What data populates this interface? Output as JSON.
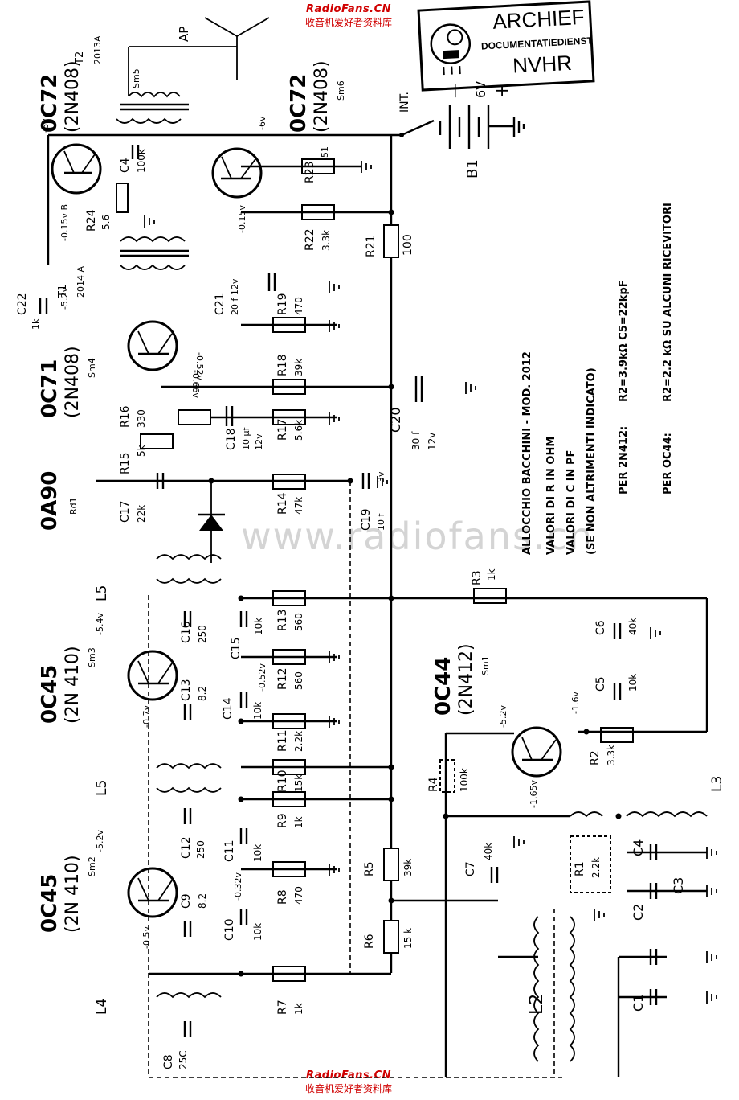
{
  "watermark": {
    "brand": "RadioFans.CN",
    "cn": "收音机爱好者资料库",
    "mid": "www.radiofans.cn"
  },
  "stamp": {
    "line1": "ARCHIEF",
    "line2": "DOCUMENTATIEDIENST",
    "line3": "NVHR"
  },
  "notes": {
    "title": "ALLOCCHIO BACCHINI - MOD. 2012",
    "r_units": "VALORI DI R IN OHM",
    "c_units": "VALORI DI C IN PF",
    "c_units2": "(SE NON ALTRIMENTI INDICATO)",
    "per_2n412": "PER 2N412:",
    "per_2n412_vals": "R2=3.9kΩ   C5=22kpF",
    "per_oc44": "PER   OC44:",
    "per_oc44_vals": "R2=2.2 kΩ   SU ALCUNI RICEVITORI"
  },
  "battery": {
    "switch": "INT.",
    "minus": "—",
    "volt": "6V",
    "plus": "+",
    "name": "B1"
  },
  "antenna": {
    "label": "AP"
  },
  "transistors": [
    {
      "id": "q-oc72-a",
      "type": "0C72",
      "alt": "(2N408)",
      "sym": "Sm5"
    },
    {
      "id": "q-oc72-b",
      "type": "0C72",
      "alt": "(2N408)",
      "sym": "Sm6"
    },
    {
      "id": "q-oc71",
      "type": "0C71",
      "alt": "(2N408)",
      "sym": "Sm4"
    },
    {
      "id": "q-oa90",
      "type": "0A90",
      "alt": "",
      "sym": "Rd1"
    },
    {
      "id": "q-oc45-a",
      "type": "0C45",
      "alt": "(2N 410)",
      "sym": "Sm3"
    },
    {
      "id": "q-oc45-b",
      "type": "0C45",
      "alt": "(2N 410)",
      "sym": "Sm2"
    },
    {
      "id": "q-oc44",
      "type": "0C44",
      "alt": "(2N412)",
      "sym": "Sm1"
    }
  ],
  "transformers": {
    "t2": "T2",
    "t2_code": "2013A",
    "t1": "T1",
    "t1_code": "2014 A"
  },
  "coils": {
    "l1": "L3",
    "l2": "L2",
    "l3": "L3",
    "l4": "L4",
    "l5": "L5",
    "l6": "L5"
  },
  "resistors": [
    {
      "name": "R21",
      "value": "100"
    },
    {
      "name": "R22",
      "value": "3.3k"
    },
    {
      "name": "R23",
      "value": "51"
    },
    {
      "name": "R24",
      "value": "5.6"
    },
    {
      "name": "R19",
      "value": "470"
    },
    {
      "name": "R18",
      "value": "39k"
    },
    {
      "name": "R17",
      "value": "5.6k"
    },
    {
      "name": "R16",
      "value": "330"
    },
    {
      "name": "R15",
      "value": "5k"
    },
    {
      "name": "R14",
      "value": "47k"
    },
    {
      "name": "R13",
      "value": "560"
    },
    {
      "name": "R12",
      "value": "560"
    },
    {
      "name": "R11",
      "value": "2.2k"
    },
    {
      "name": "R10",
      "value": "15k"
    },
    {
      "name": "R9",
      "value": "1k"
    },
    {
      "name": "R8",
      "value": "470"
    },
    {
      "name": "R7",
      "value": "1k"
    },
    {
      "name": "R6",
      "value": "15 k"
    },
    {
      "name": "R5",
      "value": "39k"
    },
    {
      "name": "R4",
      "value": "100k"
    },
    {
      "name": "R3",
      "value": "1k"
    },
    {
      "name": "R2",
      "value": "3.3k"
    },
    {
      "name": "R1",
      "value": "2.2k"
    }
  ],
  "capacitors": [
    {
      "name": "C4",
      "value": "100k"
    },
    {
      "name": "C22",
      "value": "1k"
    },
    {
      "name": "C21",
      "value": "20 f 12v"
    },
    {
      "name": "C20",
      "value": "30  f"
    },
    {
      "name": "C20v",
      "value": "12v"
    },
    {
      "name": "C18",
      "value": "10 μf"
    },
    {
      "name": "C18v",
      "value": "12v"
    },
    {
      "name": "C17",
      "value": "22k"
    },
    {
      "name": "C19",
      "value": "10 f"
    },
    {
      "name": "C19v",
      "value": "3v"
    },
    {
      "name": "C16",
      "value": "250"
    },
    {
      "name": "C15",
      "value": "10k"
    },
    {
      "name": "C14",
      "value": "10k"
    },
    {
      "name": "C13",
      "value": "8.2"
    },
    {
      "name": "C12",
      "value": "250"
    },
    {
      "name": "C11",
      "value": "10k"
    },
    {
      "name": "C10",
      "value": "10k"
    },
    {
      "name": "C9",
      "value": "8.2"
    },
    {
      "name": "C8",
      "value": "25C"
    },
    {
      "name": "C7",
      "value": "40k"
    },
    {
      "name": "C6",
      "value": "40k"
    },
    {
      "name": "C5",
      "value": "10k"
    },
    {
      "name": "C4b",
      "value": "C4"
    },
    {
      "name": "C3",
      "value": "C3"
    },
    {
      "name": "C2",
      "value": "C2"
    },
    {
      "name": "C1",
      "value": "C1"
    }
  ],
  "voltages": {
    "v1": "-6v",
    "v2": "-6v",
    "v3": "-0.15v B",
    "v4": "-0.15v",
    "v5": "-5.2v",
    "v6": "-0.52v",
    "v7": "-0.66v",
    "v8": "-5.4v",
    "v9": "-0.52v",
    "v10": "-0.7v",
    "v11": "-5.2v",
    "v12": "-0.32v",
    "v13": "-0.5v",
    "v14": "-5.2v",
    "v15": "-1.6v",
    "v16": "-1.65v"
  }
}
